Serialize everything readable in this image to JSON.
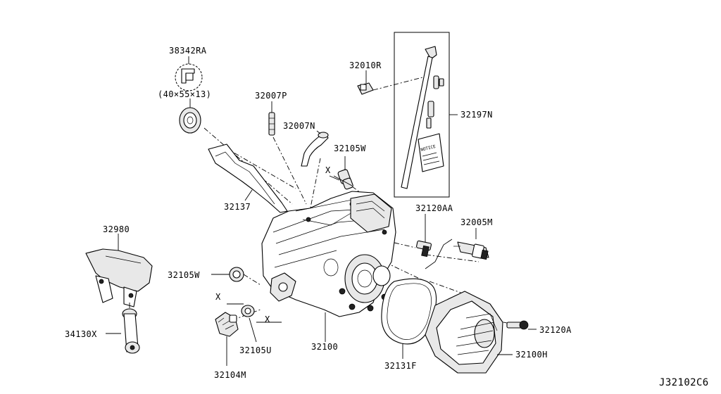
{
  "labels": {
    "p38342RA": "38342RA",
    "p38342RA_dim": "(40×55×13)",
    "p32007P": "32007P",
    "p32007N": "32007N",
    "p32010R": "32010R",
    "p32197N": "32197N",
    "p32105W_top": "32105W",
    "p32137": "32137",
    "p32120AA": "32120AA",
    "p32005M": "32005M",
    "p32980": "32980",
    "p32105W_left": "32105W",
    "p34130X": "34130X",
    "p32105U": "32105U",
    "p32104M": "32104M",
    "p32100": "32100",
    "p32131F": "32131F",
    "p32100H": "32100H",
    "p32120A": "32120A",
    "x_mark_1": "X",
    "x_mark_2": "X",
    "x_mark_3": "X",
    "notice_tag": "NOTICE",
    "diagram_code": "J32102C6"
  }
}
